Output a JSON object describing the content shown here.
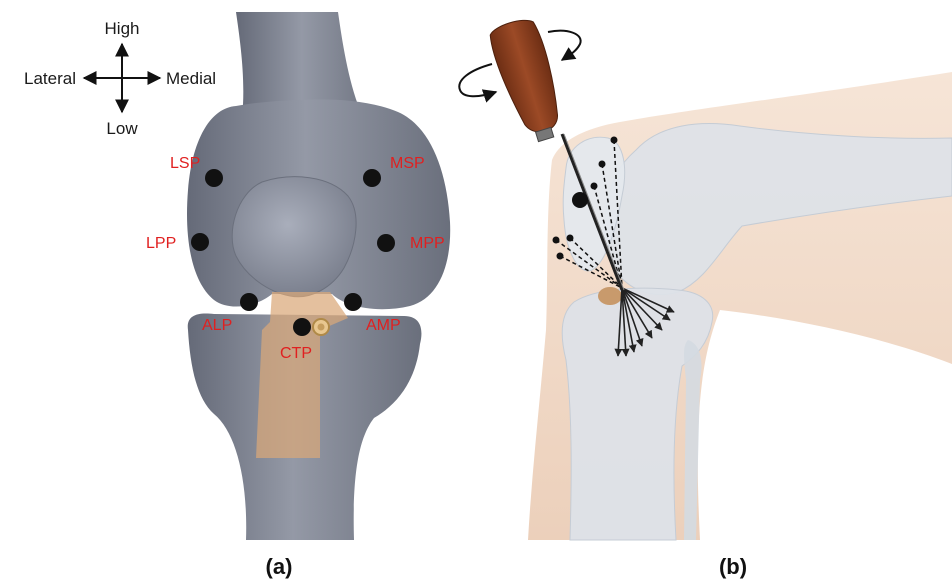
{
  "panel_a": {
    "directions": {
      "up": "High",
      "down": "Low",
      "left": "Lateral",
      "right": "Medial"
    },
    "points": [
      {
        "id": "lsp",
        "label": "LSP"
      },
      {
        "id": "lpp",
        "label": "LPP"
      },
      {
        "id": "alp",
        "label": "ALP"
      },
      {
        "id": "msp",
        "label": "MSP"
      },
      {
        "id": "mpp",
        "label": "MPP"
      },
      {
        "id": "amp",
        "label": "AMP"
      },
      {
        "id": "ctp",
        "label": "CTP"
      }
    ],
    "caption": "(a)"
  },
  "panel_b": {
    "caption": "(b)"
  },
  "colors": {
    "bone": "#7d8290",
    "bone_light": "#a3a8b4",
    "ligament": "#d9a878",
    "marker": "#111111",
    "label_red": "#e02020",
    "skin": "#f1d9c6",
    "bone_translucent": "#dde2e8",
    "handle": "#8a3f20"
  }
}
